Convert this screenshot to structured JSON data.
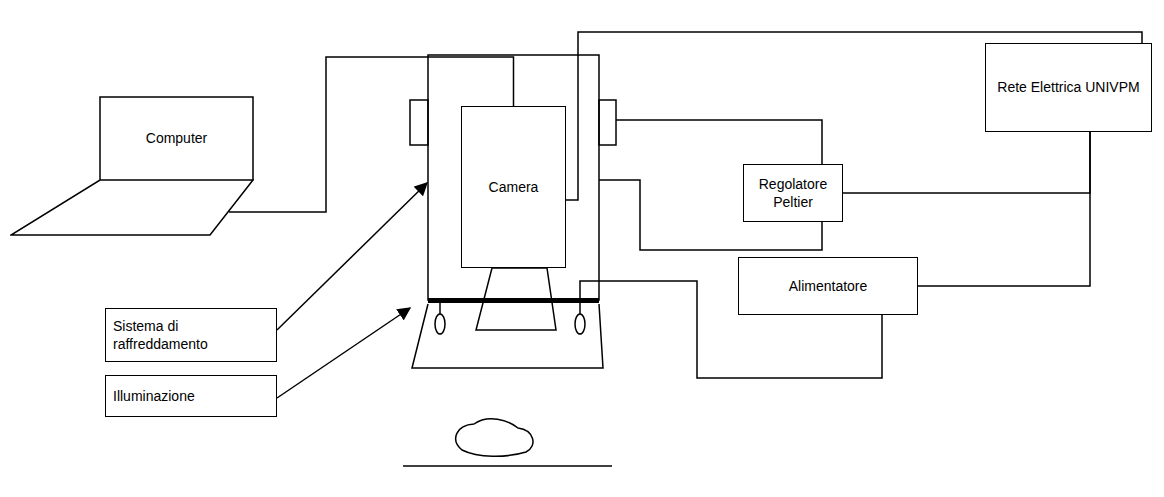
{
  "diagram": {
    "nodes": [
      {
        "text": [
          "Computer"
        ]
      },
      {
        "text": [
          "Camera"
        ]
      },
      {
        "text": [
          "Sistema di raffreddamento"
        ]
      },
      {
        "text": [
          "Illuminazione"
        ]
      },
      {
        "text": [
          "Regolatore Peltier"
        ]
      },
      {
        "text": [
          "Alimentatore"
        ]
      },
      {
        "text": [
          "Rete Elettrica UNIVPM"
        ]
      }
    ],
    "edges": [
      {
        "from": 0,
        "to": 1,
        "arrow": "none"
      },
      {
        "from": 1,
        "to": 6,
        "arrow": "none"
      },
      {
        "from": 4,
        "to": 6,
        "arrow": "none"
      },
      {
        "from": 5,
        "to": 6,
        "arrow": "none"
      }
    ]
  }
}
